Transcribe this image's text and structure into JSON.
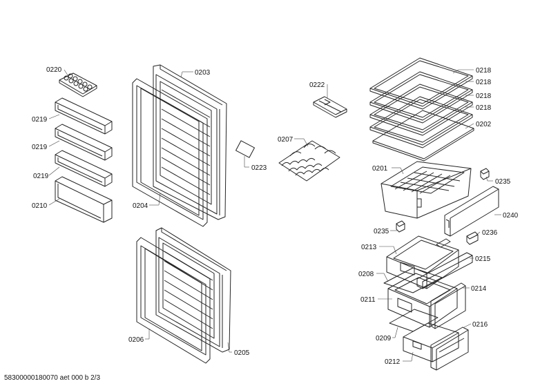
{
  "footer": {
    "text": "58300000180070 aet 000 b 2/3"
  },
  "parts": {
    "p0220": "0220",
    "p0219a": "0219",
    "p0219b": "0219",
    "p0219c": "0219",
    "p0210": "0210",
    "p0203": "0203",
    "p0204": "0204",
    "p0223": "0223",
    "p0206": "0206",
    "p0205": "0205",
    "p0222": "0222",
    "p0207": "0207",
    "p0218a": "0218",
    "p0218b": "0218",
    "p0218c": "0218",
    "p0218d": "0218",
    "p0202": "0202",
    "p0201": "0201",
    "p0235a": "0235",
    "p0240": "0240",
    "p0235b": "0235",
    "p0236": "0236",
    "p0213": "0213",
    "p0215": "0215",
    "p0208": "0208",
    "p0214": "0214",
    "p0211": "0211",
    "p0216": "0216",
    "p0209": "0209",
    "p0212": "0212"
  }
}
